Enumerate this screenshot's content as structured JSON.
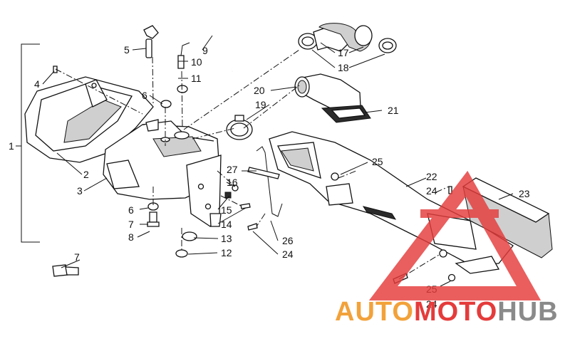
{
  "callouts": {
    "c1": "1",
    "c2": "2",
    "c3": "3",
    "c4": "4",
    "c5": "5",
    "c6a": "6",
    "c6b": "6",
    "c7a": "7",
    "c7b": "7",
    "c8": "8",
    "c9": "9",
    "c10": "10",
    "c11": "11",
    "c12": "12",
    "c13": "13",
    "c14": "14",
    "c15": "15",
    "c16": "16",
    "c17": "17",
    "c18": "18",
    "c19": "19",
    "c20": "20",
    "c21": "21",
    "c22": "22",
    "c23": "23",
    "c24a": "24",
    "c24b": "24",
    "c24c": "24",
    "c25a": "25",
    "c25b": "25",
    "c26": "26",
    "c27": "27"
  },
  "watermark": {
    "part1": "AUTO",
    "part2": "MOTO",
    "part3": "HUB",
    "colors": {
      "orange": "#f2a23a",
      "red": "#e53b3b",
      "gray": "#8a8a8a"
    }
  }
}
